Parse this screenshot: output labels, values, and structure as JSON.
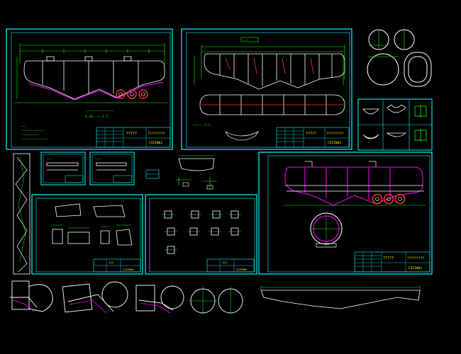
{
  "app": {
    "title": "CAD Drawing Sheets"
  },
  "colors": {
    "background": "#000000",
    "frame": "#00ffff",
    "dim": "#00ff00",
    "note": "#00ff00",
    "tank": "#ffffff",
    "accent": "#ff00ff",
    "wheel": "#ff3030",
    "title_text": "#ffff00"
  },
  "sheets": {
    "sheet1": {
      "caption_line1": "———————————————",
      "caption_line2": "1:10 ————1:1",
      "notes": [
        "———",
        "—————————————",
        "——————————",
        "————————————————"
      ],
      "title_block": {
        "name": "?????",
        "code": "?????????",
        "number": "CIII001"
      }
    },
    "sheet2": {
      "header": "———",
      "caption": "————— 1:1",
      "title_block": {
        "name": "?????",
        "code": "?????????",
        "number": "CIII002"
      }
    },
    "sheet3": {
      "title_block": {
        "name": "?????",
        "code": "?????????",
        "number": "CIII003"
      }
    },
    "sheet_small1": {
      "title": "———"
    },
    "sheet_small2": {
      "title": "———"
    },
    "sheet_bl": {
      "title_block": {
        "name": "???",
        "number": "CIII004"
      }
    },
    "sheet_bm": {
      "title_block": {
        "name": "???",
        "number": "CIII005"
      }
    }
  }
}
